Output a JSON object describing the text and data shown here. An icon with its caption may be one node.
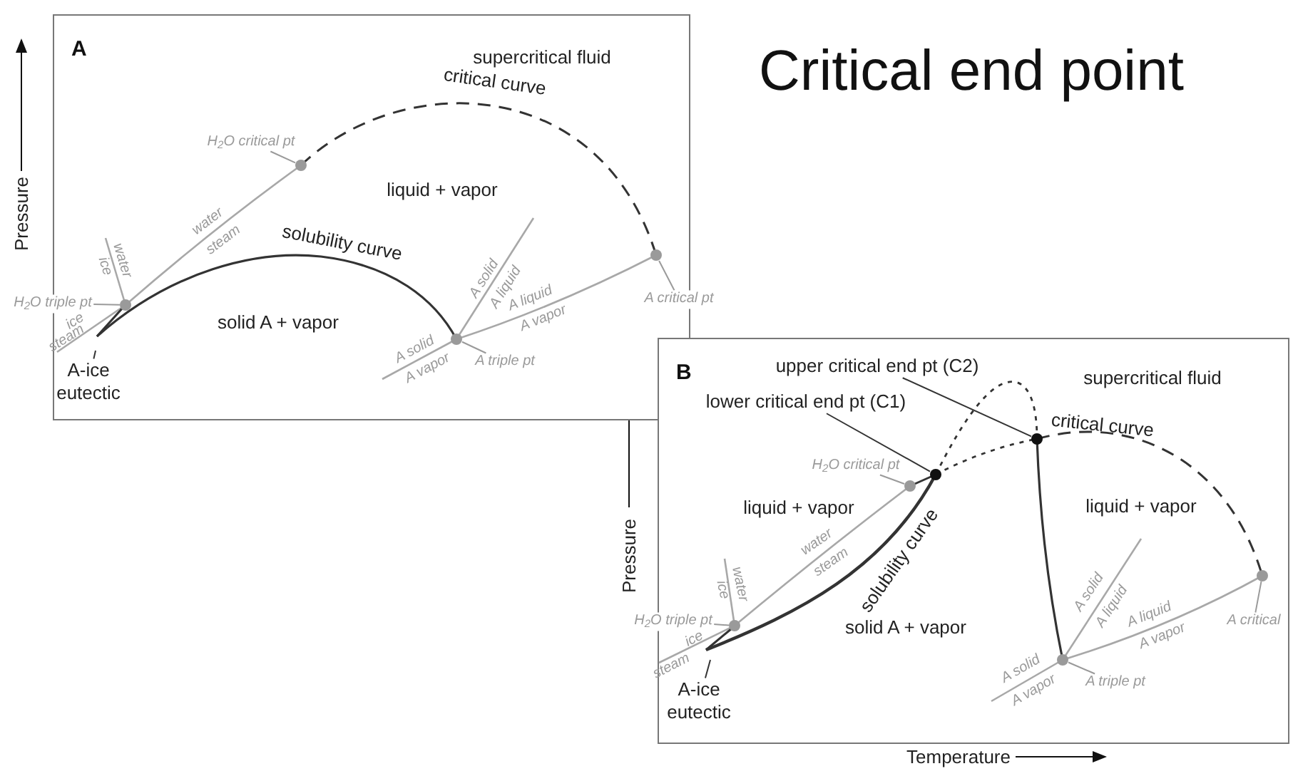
{
  "diagram": {
    "title": "Critical end point",
    "nodes": [
      {
        "text": [
          "A"
        ]
      },
      {
        "text": [
          "B"
        ]
      },
      {
        "text": [
          "H$_{2}$O critical pt"
        ],
        "in": 0
      },
      {
        "text": [],
        "shape": "circle",
        "in": 0
      },
      {
        "text": [
          "H$_{2}$O triple pt"
        ]
      },
      {
        "text": [],
        "shape": "circle",
        "in": 0
      },
      {
        "text": [
          "A-ice eutectic"
        ],
        "in": 0
      },
      {
        "text": [
          "A triple pt"
        ],
        "in": 0
      },
      {
        "text": [],
        "shape": "circle",
        "in": 0
      },
      {
        "text": [
          "A critical pt"
        ],
        "in": 0
      },
      {
        "text": [],
        "shape": "circle",
        "in": 0
      },
      {
        "text": [
          "upper critical end pt (C2)"
        ],
        "in": 1
      },
      {
        "text": [],
        "shape": "circle",
        "in": 1
      },
      {
        "text": [
          "lower critical end pt (C1)"
        ],
        "in": 1
      },
      {
        "text": [],
        "shape": "circle",
        "in": 1
      },
      {
        "text": [
          "H$_{2}$O critical pt"
        ],
        "in": 1
      },
      {
        "text": [],
        "shape": "circle",
        "in": 1
      },
      {
        "text": [
          "H$_{2}$O triple pt"
        ]
      },
      {
        "text": [],
        "shape": "circle",
        "in": 1
      },
      {
        "text": [
          "A-ice eutectic"
        ],
        "in": 1
      },
      {
        "text": [
          "A triple pt"
        ],
        "in": 1
      },
      {
        "text": [],
        "shape": "circle",
        "in": 1
      },
      {
        "text": [
          "A critical"
        ],
        "in": 1
      },
      {
        "text": [],
        "shape": "circle",
        "in": 1
      }
    ],
    "edges": [
      {
        "from": 2,
        "to": 3,
        "arrow": "none"
      },
      {
        "from": 4,
        "to": 5,
        "arrow": "none"
      },
      {
        "from": 6,
        "to": null,
        "arrow": "none",
        "color": "#333333"
      },
      {
        "from": 7,
        "to": 8,
        "arrow": "none"
      },
      {
        "from": 9,
        "to": 10,
        "arrow": "none"
      },
      {
        "from": 11,
        "to": 12,
        "arrow": "none",
        "color": "#333333"
      },
      {
        "from": 13,
        "to": 14,
        "arrow": "none",
        "color": "#333333"
      },
      {
        "from": 15,
        "to": 16,
        "arrow": "none"
      },
      {
        "from": 17,
        "to": 18,
        "arrow": "none"
      },
      {
        "from": 19,
        "to": null,
        "arrow": "none",
        "color": "#333333"
      },
      {
        "from": 20,
        "to": 21,
        "arrow": "none"
      },
      {
        "from": 22,
        "to": 23,
        "arrow": "none"
      }
    ],
    "labels": [
      "Pressure",
      "supercritical fluid",
      "critical curve",
      "liquid + vapor",
      "water",
      "ice",
      "water",
      "steam",
      "solubility curve",
      "ice",
      "steam",
      "solid A + vapor",
      "A solid",
      "A liquid",
      "A liquid",
      "A vapor",
      "A solid",
      "A vapor",
      "supercritical fluid",
      "critical curve",
      "liquid + vapor",
      "solubility curve",
      "water",
      "steam",
      "water",
      "ice",
      "liquid + vapor",
      "solid A + vapor",
      "ice",
      "steam",
      "A solid",
      "A liquid",
      "A liquid",
      "A vapor",
      "A solid",
      "A vapor",
      "Pressure",
      "Temperature"
    ]
  }
}
